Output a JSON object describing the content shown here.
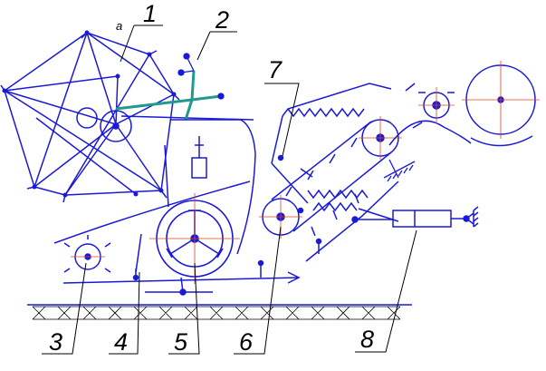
{
  "diagram": {
    "colors": {
      "mechanism": "#1a1ad6",
      "highlight": "#1f9a8c",
      "leader": "#000000",
      "centerline": "#d94a1a"
    },
    "point_label": "а",
    "callouts": [
      {
        "id": "1",
        "text": "1"
      },
      {
        "id": "2",
        "text": "2"
      },
      {
        "id": "3",
        "text": "3"
      },
      {
        "id": "4",
        "text": "4"
      },
      {
        "id": "5",
        "text": "5"
      },
      {
        "id": "6",
        "text": "6"
      },
      {
        "id": "7",
        "text": "7"
      },
      {
        "id": "8",
        "text": "8"
      }
    ]
  }
}
